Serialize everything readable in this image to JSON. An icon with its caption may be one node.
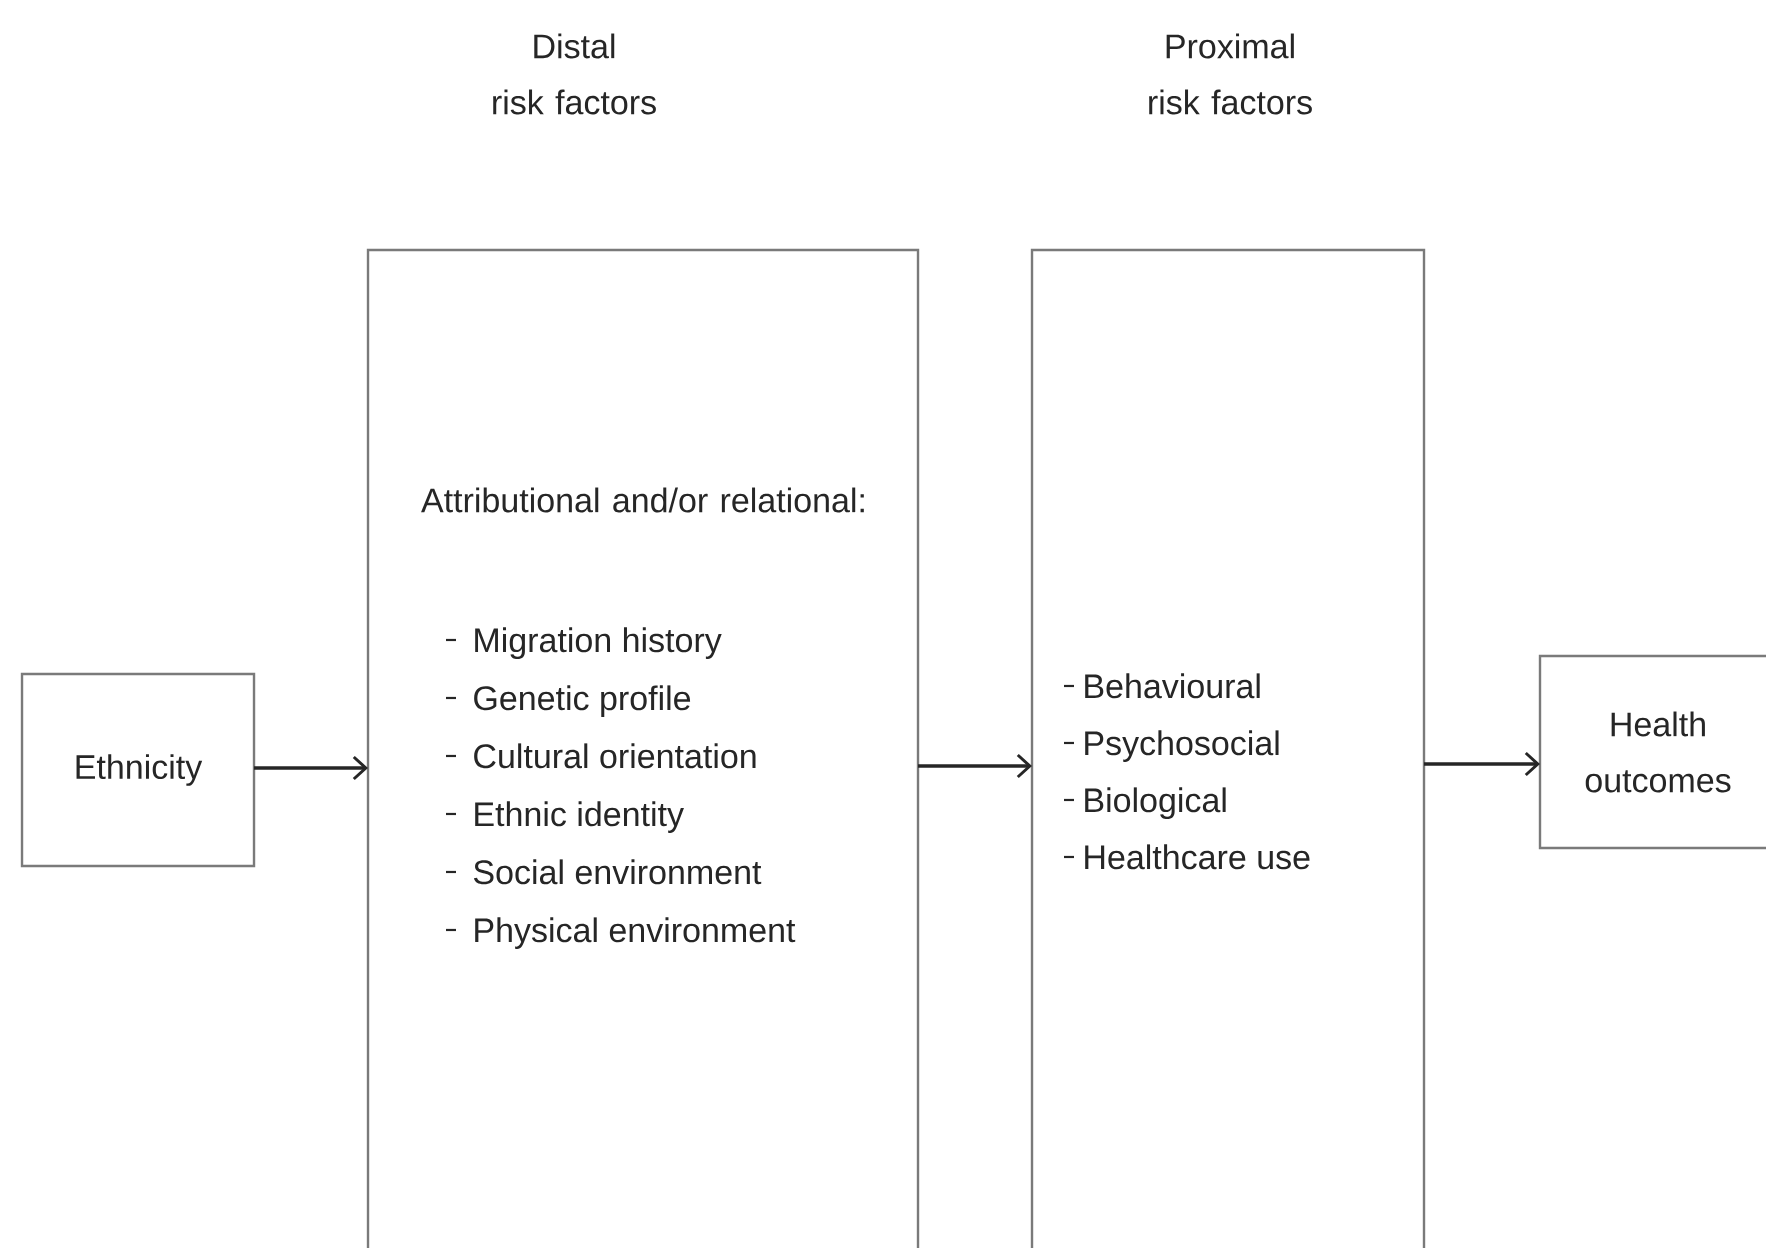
{
  "diagram": {
    "nodes": [
      {
        "text": [
          "Ethnicity"
        ]
      },
      {
        "text": [
          "Distal risk factors",
          "Attributional and/or relational:",
          "Migration history",
          "Genetic profile",
          "Cultural orientation",
          "Ethnic identity",
          "Social environment",
          "Physical environment"
        ]
      },
      {
        "text": [
          "Proximal risk factors",
          "Behavioural",
          "Psychosocial",
          "Biological",
          "Healthcare use"
        ]
      },
      {
        "text": [
          "Health outcomes"
        ]
      }
    ],
    "edges": [
      {
        "from": 0,
        "to": 1,
        "arrow": "to"
      },
      {
        "from": 1,
        "to": 2,
        "arrow": "to"
      },
      {
        "from": 2,
        "to": 3,
        "arrow": "to"
      }
    ]
  }
}
